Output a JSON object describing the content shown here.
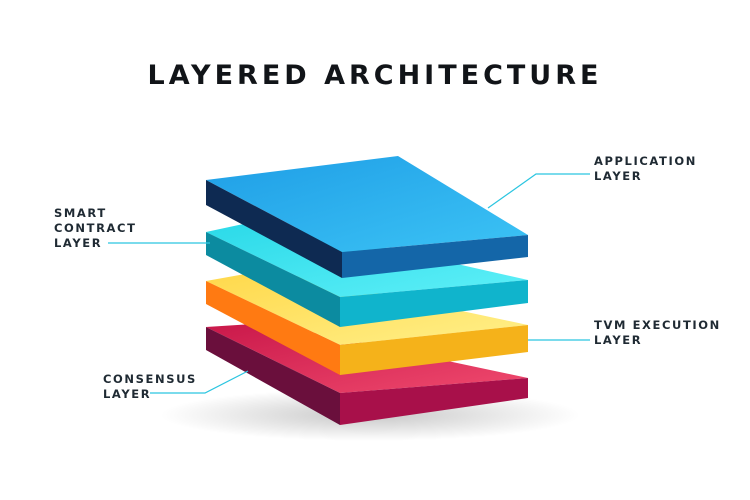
{
  "title": "LAYERED ARCHITECTURE",
  "layers": [
    {
      "id": "application",
      "lines": [
        "APPLICATION",
        "LAYER"
      ],
      "colors": {
        "top": "#1f9ee6",
        "top_light": "#3cc3f5",
        "front": "#1466a8",
        "side": "#0e2a52"
      }
    },
    {
      "id": "smart-contract",
      "lines": [
        "SMART",
        "CONTRACT",
        "LAYER"
      ],
      "colors": {
        "top": "#2ad9e8",
        "top_light": "#5ff0f8",
        "front": "#10b4cc",
        "side": "#0c8ba0"
      }
    },
    {
      "id": "tvm-execution",
      "lines": [
        "TVM EXECUTION",
        "LAYER"
      ],
      "colors": {
        "top": "#ffd84a",
        "top_light": "#fff08a",
        "front": "#f5b21a",
        "side": "#ff7a12"
      }
    },
    {
      "id": "consensus",
      "lines": [
        "CONSENSUS",
        "LAYER"
      ],
      "colors": {
        "top": "#c9184a",
        "top_light": "#f04a6e",
        "front": "#a8104a",
        "side": "#6a0f3c"
      }
    }
  ],
  "leader_color": "#2bc5e0"
}
